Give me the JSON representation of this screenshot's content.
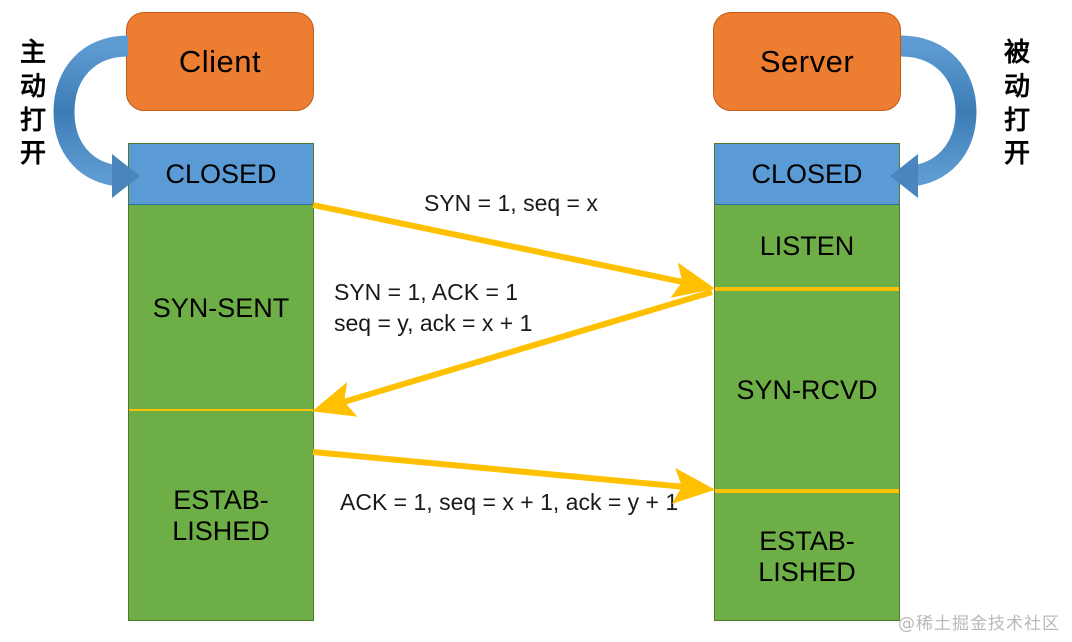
{
  "diagram": {
    "title": "TCP three-way handshake connection establishment",
    "colors": {
      "endpoint_orange": "#ED7D31",
      "state_closed_blue": "#5B9BD5",
      "state_active_green": "#6DAE46",
      "message_arrow_yellow": "#FFC000",
      "open_arrow_blue": "#4A86BD",
      "background": "#FFFFFF"
    }
  },
  "client": {
    "box_label": "Client",
    "annotation": {
      "text": "主动打开",
      "chars": [
        "主",
        "动",
        "打",
        "开"
      ]
    },
    "states": [
      {
        "name": "CLOSED",
        "color": "blue"
      },
      {
        "name": "SYN-SENT",
        "color": "green"
      },
      {
        "name": "ESTAB-\nLISHED",
        "color": "green"
      }
    ]
  },
  "server": {
    "box_label": "Server",
    "annotation": {
      "text": "被动打开",
      "chars": [
        "被",
        "动",
        "打",
        "开"
      ]
    },
    "states": [
      {
        "name": "CLOSED",
        "color": "blue"
      },
      {
        "name": "LISTEN",
        "color": "green"
      },
      {
        "name": "SYN-RCVD",
        "color": "green"
      },
      {
        "name": "ESTAB-\nLISHED",
        "color": "green"
      }
    ]
  },
  "messages": [
    {
      "id": "syn",
      "text": "SYN = 1, seq = x",
      "direction": "client-to-server"
    },
    {
      "id": "syn-ack",
      "text": "SYN = 1, ACK = 1\nseq = y,  ack = x + 1",
      "direction": "server-to-client"
    },
    {
      "id": "ack",
      "text": "ACK = 1, seq = x + 1, ack = y + 1",
      "direction": "client-to-server"
    }
  ],
  "watermark": {
    "text": "@稀土掘金技术社区"
  }
}
